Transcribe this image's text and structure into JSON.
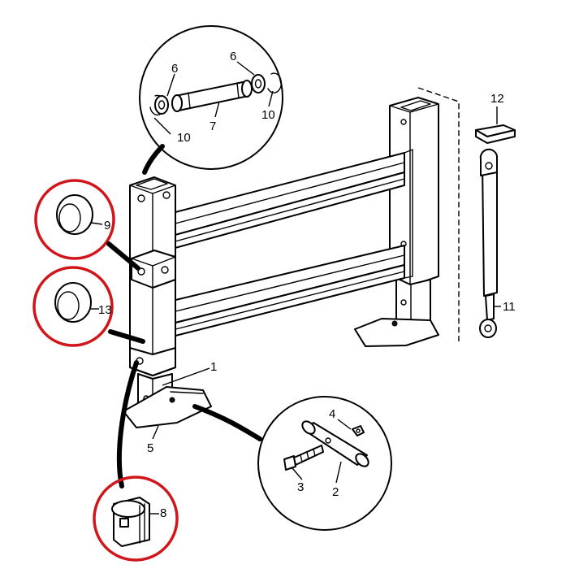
{
  "labels": {
    "l1": "1",
    "l2": "2",
    "l3": "3",
    "l4": "4",
    "l5": "5",
    "l6a": "6",
    "l6b": "6",
    "l7": "7",
    "l8": "8",
    "l9": "9",
    "l10a": "10",
    "l10b": "10",
    "l11": "11",
    "l12": "12",
    "l13": "13"
  },
  "colors": {
    "highlight": "#d0161b",
    "line": "#000000"
  }
}
